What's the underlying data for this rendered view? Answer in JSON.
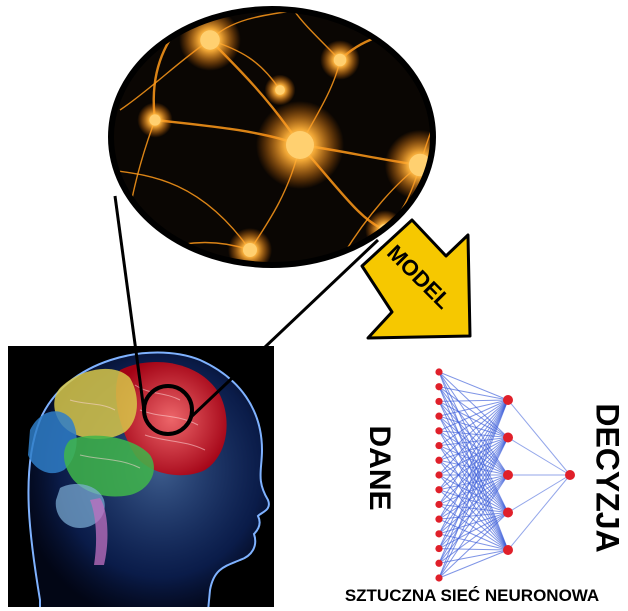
{
  "diagram": {
    "arrow_label": "MODEL",
    "input_label": "DANE",
    "output_label": "DECYZJA",
    "caption": "SZTUCZNA SIEĆ NEURONOWA"
  },
  "network": {
    "layer_sizes": [
      15,
      5,
      1
    ]
  },
  "colors": {
    "background": "#ffffff",
    "arrow_fill": "#f6c800",
    "arrow_stroke": "#000000",
    "node": "#e0202a",
    "connection": "#3a5cd8",
    "neuron_glow": "#ff9a1a",
    "brain_bg": "#000000",
    "circle_bg": "#0a0603"
  }
}
